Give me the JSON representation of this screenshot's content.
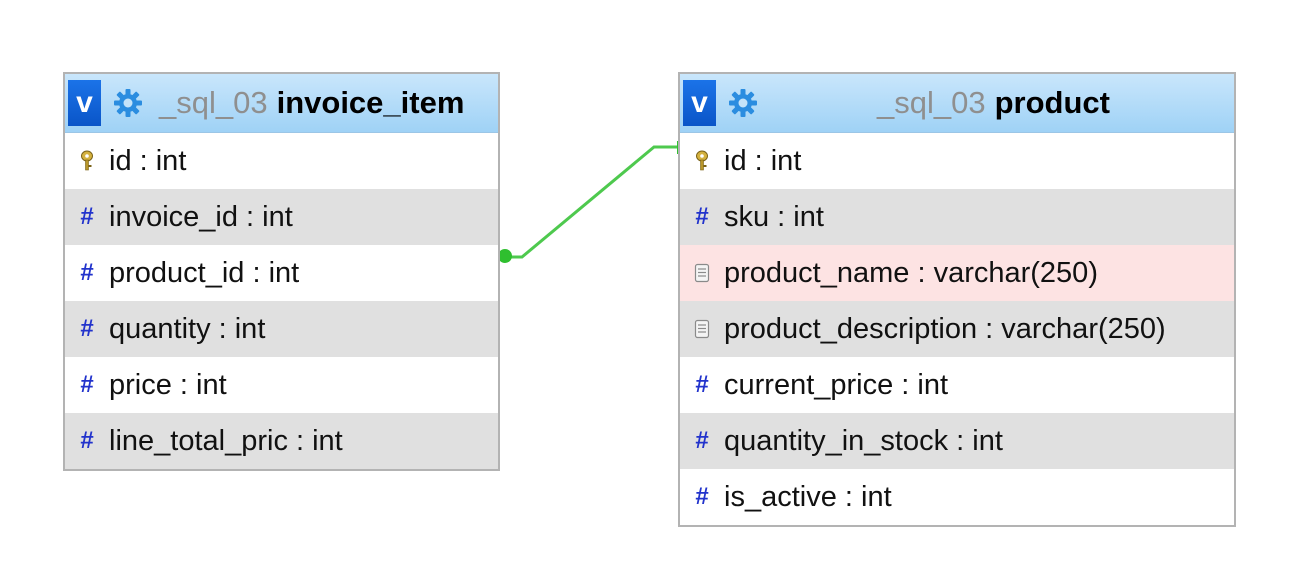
{
  "tables": [
    {
      "schema": "_sql_03",
      "name": "invoice_item",
      "v_label": "v",
      "columns": [
        {
          "text": "id : int",
          "icon": "key-icon"
        },
        {
          "text": "invoice_id : int",
          "icon": "hash-icon"
        },
        {
          "text": "product_id : int",
          "icon": "hash-icon"
        },
        {
          "text": "quantity : int",
          "icon": "hash-icon"
        },
        {
          "text": "price : int",
          "icon": "hash-icon"
        },
        {
          "text": "line_total_pric : int",
          "icon": "hash-icon"
        }
      ]
    },
    {
      "schema": "_sql_03",
      "name": "product",
      "v_label": "v",
      "columns": [
        {
          "text": "id : int",
          "icon": "key-icon"
        },
        {
          "text": "sku : int",
          "icon": "hash-icon"
        },
        {
          "text": "product_name : varchar(250)",
          "icon": "text-icon"
        },
        {
          "text": "product_description : varchar(250)",
          "icon": "text-icon"
        },
        {
          "text": "current_price : int",
          "icon": "hash-icon"
        },
        {
          "text": "quantity_in_stock : int",
          "icon": "hash-icon"
        },
        {
          "text": "is_active : int",
          "icon": "hash-icon"
        }
      ]
    }
  ],
  "colors": {
    "header_gradient_top": "#c9e6fb",
    "header_gradient_bottom": "#9fd2f6",
    "v_button": "#0a55c8",
    "gear": "#2b8de0",
    "relation_line": "#4ec94e",
    "row_alt": "#e0e0e0",
    "row_highlight": "#fde3e3",
    "int_icon": "#2233cc"
  }
}
